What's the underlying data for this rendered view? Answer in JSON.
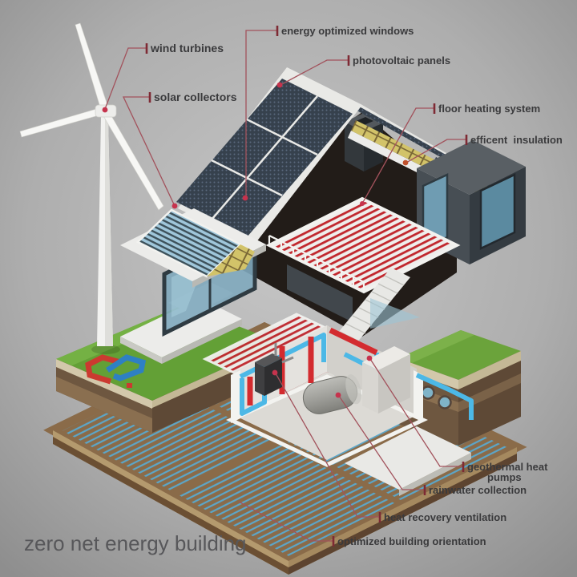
{
  "title": "zero net energy building",
  "labels": {
    "wind": "wind turbines",
    "solar": "solar collectors",
    "windows": "energy optimized windows",
    "pv": "photovoltaic panels",
    "floor": "floor heating system",
    "insulation": "efficent  insulation",
    "geo1": "geothermal heat",
    "geo2": "pumps",
    "rain": "rainwater collection",
    "hrv": "heat recovery ventilation",
    "orientation": "optimized building orientation"
  },
  "colors": {
    "background_center": "#c4c4c4",
    "background_edge": "#8e8e8e",
    "leader_line": "#a2525c",
    "leader_tick": "#7e2a34",
    "callout_dot": "#c6334d",
    "label_text": "#3a3a3c",
    "title_text": "#57575a",
    "grass": "#63a036",
    "soil_dark": "#6e5740",
    "soil_light": "#d3c8ab",
    "geo_pipe_blue": "#5ba6c9",
    "pv_panel": "#36414d",
    "solar_collector": "#9fc6da",
    "insulation_yellow": "#d2c369",
    "heating_red": "#c1272d",
    "pipe_blue": "#4cb8e6",
    "wall_dark": "#474e54",
    "structure_white": "#ececea",
    "window_glass": "#7fa9bd"
  }
}
